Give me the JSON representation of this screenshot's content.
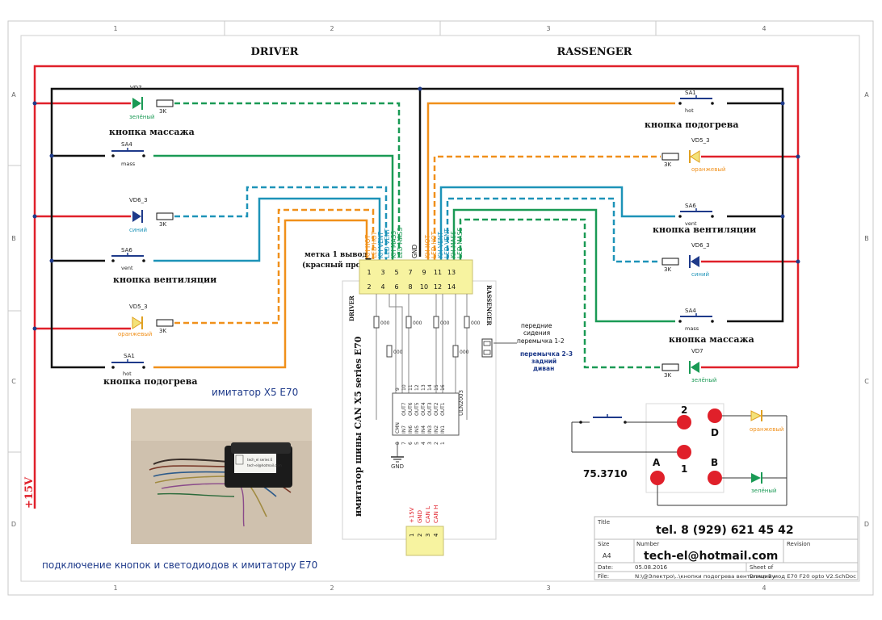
{
  "frame": {
    "col_labels": [
      "1",
      "2",
      "3",
      "4"
    ],
    "row_labels": [
      "A",
      "B",
      "C",
      "D"
    ]
  },
  "headers": {
    "driver": "DRIVER",
    "passenger": "RASSENGER"
  },
  "supply_label": "+15V",
  "driver": {
    "led_green": {
      "ref": "VD7",
      "color": "зелёный",
      "resistor": "3K"
    },
    "button_massage": {
      "ref": "SA4",
      "sub": "mass",
      "caption": "кнопка массажа"
    },
    "led_blue": {
      "ref": "VD6_3",
      "color": "синий",
      "resistor": "3K"
    },
    "button_vent": {
      "ref": "SA6",
      "sub": "vent",
      "caption": "кнопка вентиляции"
    },
    "led_orange": {
      "ref": "VD5_3",
      "color": "оранжевый",
      "resistor": "3K"
    },
    "button_heat": {
      "ref": "SA1",
      "sub": "hot",
      "caption": "кнопка подогрева"
    }
  },
  "passenger": {
    "button_heat": {
      "ref": "SA1",
      "sub": "hot",
      "caption": "кнопка подогрева"
    },
    "led_orange": {
      "ref": "VD5_3",
      "color": "оранжевый",
      "resistor": "3K"
    },
    "button_vent": {
      "ref": "SA6",
      "sub": "vent",
      "caption": "кнопка вентиляции"
    },
    "led_blue": {
      "ref": "VD6_3",
      "color": "синий",
      "resistor": "3K"
    },
    "button_massage": {
      "ref": "SA4",
      "sub": "mass",
      "caption": "кнопка массажа"
    },
    "led_green": {
      "ref": "VD7",
      "color": "зелёный",
      "resistor": "3K"
    }
  },
  "pin1_note": [
    "метка 1 вывод",
    "(красный провод)"
  ],
  "connector_pins": [
    "1",
    "2",
    "3",
    "4",
    "5",
    "6",
    "7",
    "8",
    "9",
    "10",
    "11",
    "12",
    "13",
    "14"
  ],
  "connector_signals": [
    "KH HOT",
    "LED HOT",
    "KH VENT",
    "LED VENT",
    "KH MASS",
    "LED MASS",
    "GND",
    "KH HOT",
    "LED HOT",
    "KH VENT",
    "LED VENT",
    "KH MASS",
    "LED MASS"
  ],
  "module": {
    "title": "имитатор шины CAN X5 series E70",
    "side_left": "DRIVER",
    "side_right": "RASSENGER",
    "resistor_value": "000",
    "ic_name": "ULN2003",
    "ic_left_pins": [
      "CMN",
      "IN7",
      "IN6",
      "IN5",
      "IN4",
      "IN3",
      "IN2",
      "IN1"
    ],
    "ic_right_pins": [
      "OUT7",
      "OUT6",
      "OUT5",
      "OUT4",
      "OUT3",
      "OUT2",
      "OUT1"
    ],
    "ic_top_numbers": [
      "9",
      "10",
      "11",
      "12",
      "13",
      "14",
      "15",
      "16"
    ],
    "ic_bottom_numbers": [
      "8",
      "7",
      "6",
      "5",
      "4",
      "3",
      "2",
      "1"
    ],
    "gnd": "GND",
    "can_signals": [
      "+15V",
      "GND",
      "CAN L",
      "CAN H"
    ],
    "can_pins": [
      "1",
      "2",
      "3",
      "4"
    ]
  },
  "jumper_notes": [
    "передние",
    "сидения",
    "перемычка 1-2",
    "перемычка 2-3",
    "задний",
    "диван"
  ],
  "imitator_label": "имитатор X5  E70",
  "photo_caption": "подключение кнопок и светодиодов к имитатору E70",
  "photo_label": [
    "tech_el series E",
    "tech-el@hotmail.com"
  ],
  "relay": {
    "code": "75.3710",
    "pins": [
      "2",
      "D",
      "1",
      "A",
      "B"
    ],
    "led_color": "оранжевый",
    "led2_color": "зелёный"
  },
  "title_block": {
    "title_label": "Title",
    "tel": "tel. 8 (929) 621 45 42",
    "size_label": "Size",
    "size": "A4",
    "number_label": "Number",
    "email": "tech-el@hotmail.com",
    "revision_label": "Revision",
    "date_label": "Date:",
    "date": "05.08.2016",
    "sheet_label": "Sheet  of",
    "file_label": "File:",
    "file": "N:\\@Электро\\..\\кнопки  подогрева вентиляции мод E70 F20 opto V2.SchDoc",
    "drawn_by": "Drawn By:"
  },
  "colors": {
    "supply": "#e0202a",
    "ground": "#111111",
    "heat": "#f0901a",
    "vent": "#1d93b8",
    "massage": "#1a9a55",
    "connector": "#f7f3a0",
    "dark_blue_text": "#1e3a8a"
  }
}
